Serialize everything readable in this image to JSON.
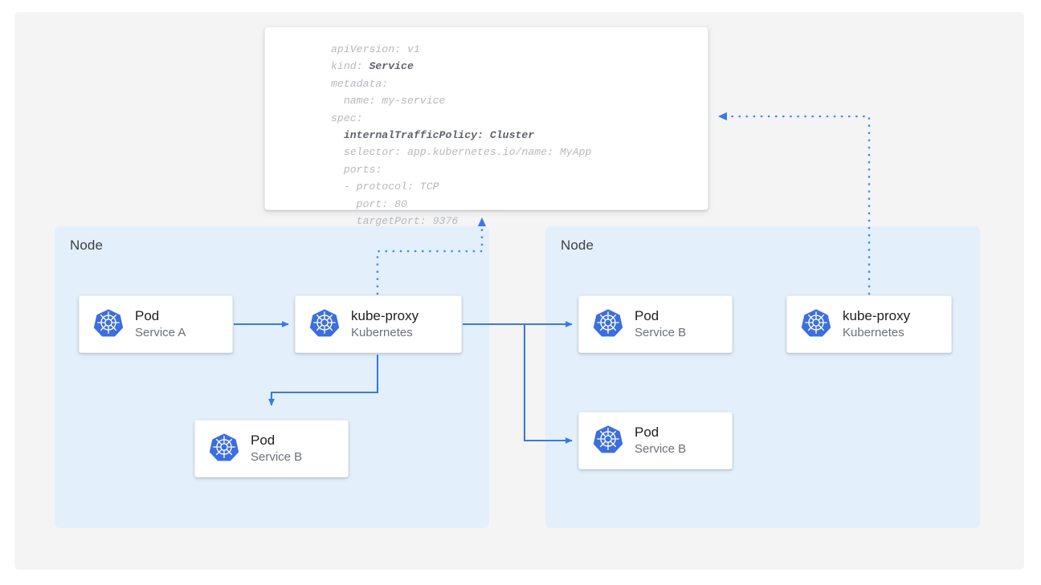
{
  "diagram": {
    "title": "Kubernetes internalTrafficPolicy Cluster diagram",
    "canvas_bg": "#f4f4f5",
    "node_bg": "#e3f0fc",
    "accent_blue": "#4285f4",
    "k8s_blue": "#3c6ee0"
  },
  "yaml": {
    "name": "service-manifest",
    "lines_plain": "apiVersion: v1\nkind: Service\nmetadata:\n  name: my-service\nspec:\n  internalTrafficPolicy: Cluster\n  selector: app.kubernetes.io/name: MyApp\n  ports:\n  - protocol: TCP\n    port: 80\n    targetPort: 9376",
    "fields": {
      "apiVersion": "v1",
      "kind": "Service",
      "metadata_name": "my-service",
      "internalTrafficPolicy": "Cluster",
      "selector": "app.kubernetes.io/name: MyApp",
      "protocol": "TCP",
      "port": "80",
      "targetPort": "9376"
    },
    "emphasized": [
      "Service",
      "internalTrafficPolicy: Cluster"
    ]
  },
  "nodes": [
    {
      "id": "node-left",
      "label": "Node"
    },
    {
      "id": "node-right",
      "label": "Node"
    }
  ],
  "boxes": [
    {
      "id": "pod-service-a",
      "icon": "kubernetes-icon",
      "title": "Pod",
      "subtitle": "Service A"
    },
    {
      "id": "kube-proxy-left",
      "icon": "kubernetes-icon",
      "title": "kube-proxy",
      "subtitle": "Kubernetes"
    },
    {
      "id": "pod-service-b-local",
      "icon": "kubernetes-icon",
      "title": "Pod",
      "subtitle": "Service B"
    },
    {
      "id": "pod-service-b-remote-top",
      "icon": "kubernetes-icon",
      "title": "Pod",
      "subtitle": "Service B"
    },
    {
      "id": "pod-service-b-remote-bottom",
      "icon": "kubernetes-icon",
      "title": "Pod",
      "subtitle": "Service B"
    },
    {
      "id": "kube-proxy-right",
      "icon": "kubernetes-icon",
      "title": "kube-proxy",
      "subtitle": "Kubernetes"
    }
  ],
  "connectors": [
    {
      "id": "pod-a-to-kube-proxy",
      "style": "solid",
      "from": "pod-service-a",
      "to": "kube-proxy-left"
    },
    {
      "id": "kube-proxy-to-local-pod-b",
      "style": "solid",
      "from": "kube-proxy-left",
      "to": "pod-service-b-local"
    },
    {
      "id": "kube-proxy-to-remote-pod-b-top",
      "style": "solid",
      "from": "kube-proxy-left",
      "to": "pod-service-b-remote-top"
    },
    {
      "id": "kube-proxy-to-remote-pod-b-bottom",
      "style": "solid",
      "from": "kube-proxy-left",
      "to": "pod-service-b-remote-bottom"
    },
    {
      "id": "kube-proxy-left-to-manifest",
      "style": "dotted",
      "from": "kube-proxy-left",
      "to": "service-manifest"
    },
    {
      "id": "kube-proxy-right-to-manifest",
      "style": "dotted",
      "from": "kube-proxy-right",
      "to": "service-manifest"
    }
  ]
}
